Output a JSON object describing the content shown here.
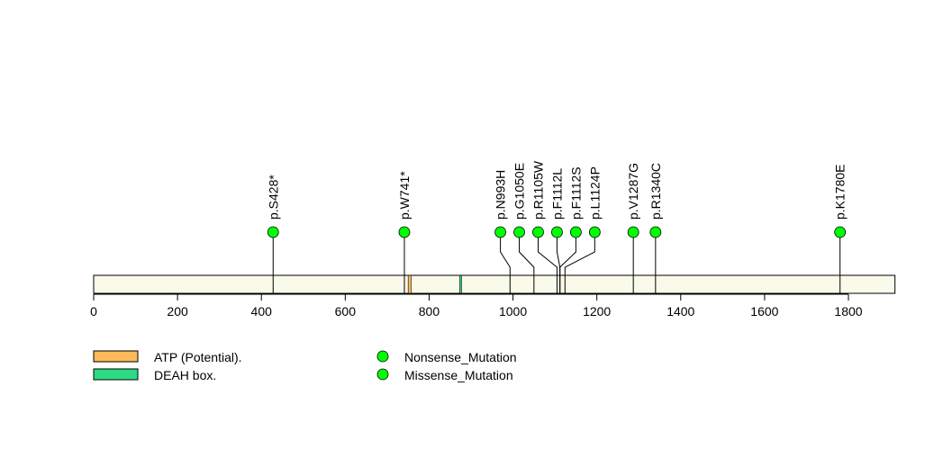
{
  "chart_data": {
    "type": "lollipop",
    "protein_length": 1911,
    "xlim": [
      0,
      1911
    ],
    "ticks": [
      0,
      200,
      400,
      600,
      800,
      1000,
      1200,
      1400,
      1600,
      1800
    ],
    "tick_labels": [
      "0",
      "200",
      "400",
      "600",
      "800",
      "1000",
      "1200",
      "1400",
      "1600",
      "1800"
    ],
    "domains": [
      {
        "name": "ATP (Potential).",
        "start": 750,
        "end": 757,
        "color": "#FDB95A"
      },
      {
        "name": "DEAH box.",
        "start": 873,
        "end": 877,
        "color": "#2CDB84"
      }
    ],
    "mutations": [
      {
        "label": "p.S428*",
        "position": 428,
        "type": "Nonsense_Mutation",
        "head": 428
      },
      {
        "label": "p.W741*",
        "position": 741,
        "type": "Nonsense_Mutation",
        "head": 741
      },
      {
        "label": "p.N993H",
        "position": 993,
        "type": "Missense_Mutation",
        "head": 970
      },
      {
        "label": "p.G1050E",
        "position": 1050,
        "type": "Missense_Mutation",
        "head": 1015
      },
      {
        "label": "p.R1105W",
        "position": 1105,
        "type": "Missense_Mutation",
        "head": 1060
      },
      {
        "label": "p.F1112L",
        "position": 1112,
        "type": "Missense_Mutation",
        "head": 1105
      },
      {
        "label": "p.F1112S",
        "position": 1112,
        "type": "Missense_Mutation",
        "head": 1150
      },
      {
        "label": "p.L1124P",
        "position": 1124,
        "type": "Missense_Mutation",
        "head": 1195
      },
      {
        "label": "p.V1287G",
        "position": 1287,
        "type": "Missense_Mutation",
        "head": 1287
      },
      {
        "label": "p.R1340C",
        "position": 1340,
        "type": "Missense_Mutation",
        "head": 1340
      },
      {
        "label": "p.K1780E",
        "position": 1780,
        "type": "Missense_Mutation",
        "head": 1780
      }
    ],
    "legend": {
      "domains": [
        "ATP (Potential).",
        "DEAH box."
      ],
      "mutation_types": [
        "Nonsense_Mutation",
        "Missense_Mutation"
      ]
    },
    "colors": {
      "bar": "#FAFAEB",
      "mutation": "#00FF00"
    }
  }
}
